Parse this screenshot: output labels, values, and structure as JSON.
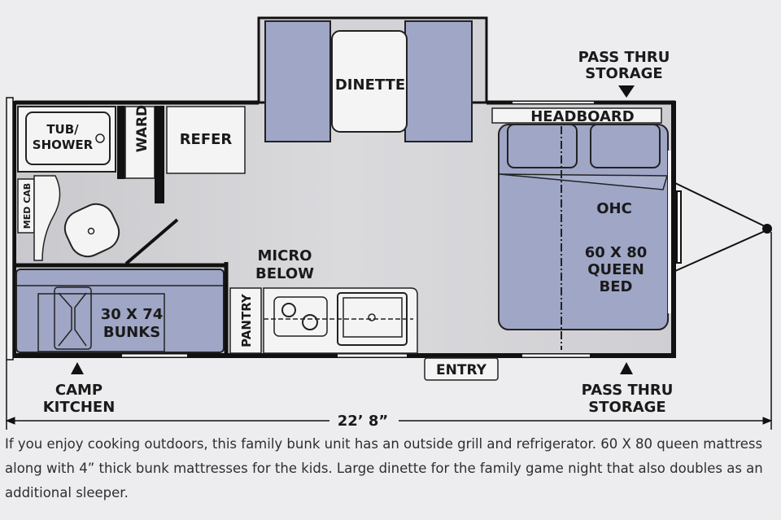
{
  "floorplan": {
    "labels": {
      "dinette": "DINETTE",
      "pass_thru_top_1": "PASS THRU",
      "pass_thru_top_2": "STORAGE",
      "headboard": "HEADBOARD",
      "tub_1": "TUB/",
      "tub_2": "SHOWER",
      "ward": "WARD",
      "refer": "REFER",
      "med_cab": "MED CAB",
      "ohc": "OHC",
      "bed_1": "60 X 80",
      "bed_2": "QUEEN",
      "bed_3": "BED",
      "micro_1": "MICRO",
      "micro_2": "BELOW",
      "pantry": "PANTRY",
      "bunks_1": "30 X 74",
      "bunks_2": "BUNKS",
      "entry": "ENTRY",
      "camp_1": "CAMP",
      "camp_2": "KITCHEN",
      "pass_thru_bottom_1": "PASS THRU",
      "pass_thru_bottom_2": "STORAGE",
      "length": "22’ 8”"
    },
    "colors": {
      "fill_blue": "#9fa6c6",
      "floor": "#d3d3d7",
      "wall": "#111111"
    }
  },
  "caption": "If you enjoy cooking outdoors, this family bunk unit has an outside grill and refrigerator. 60 X 80 queen mattress along with 4” thick bunk mattresses for the kids. Large dinette for the family game night that also doubles as an additional sleeper."
}
